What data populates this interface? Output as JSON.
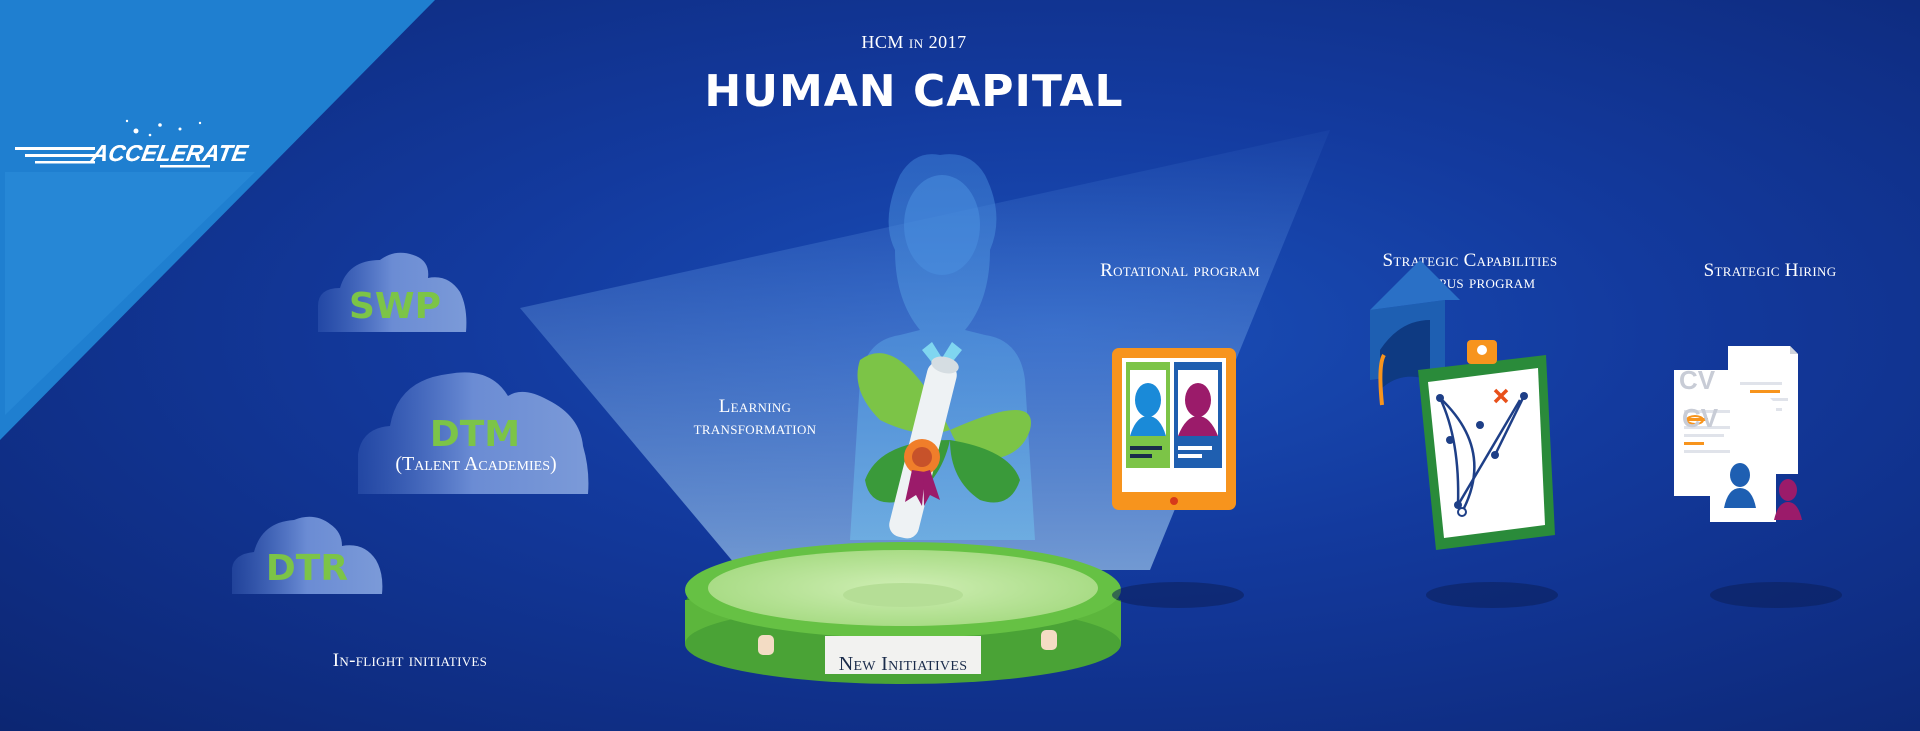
{
  "header": {
    "subtitle": "HCM in 2017",
    "title": "HUMAN CAPITAL"
  },
  "logo": {
    "text": "ACCELERATE"
  },
  "in_flight": {
    "items": [
      {
        "label": "SWP",
        "sub": ""
      },
      {
        "label": "DTM",
        "sub": "(Talent Academies)"
      },
      {
        "label": "DTR",
        "sub": ""
      }
    ],
    "caption": "In-flight initiatives"
  },
  "new_initiatives": {
    "learning_label_line1": "Learning",
    "learning_label_line2": "transformation",
    "platform_label": "New Initiatives",
    "programs": [
      {
        "line1": "Rotational program",
        "line2": ""
      },
      {
        "line1": "Strategic Capabilities",
        "line2": "Campus program"
      },
      {
        "line1": "Strategic Hiring",
        "line2": ""
      }
    ],
    "cv_label": "CV"
  },
  "colors": {
    "background": "#133a9e",
    "accent_green": "#7cc447",
    "dark_green": "#2e8b2e",
    "orange": "#f7941d",
    "magenta": "#9b1b6a",
    "corner_blue": "#1f7fd0"
  }
}
